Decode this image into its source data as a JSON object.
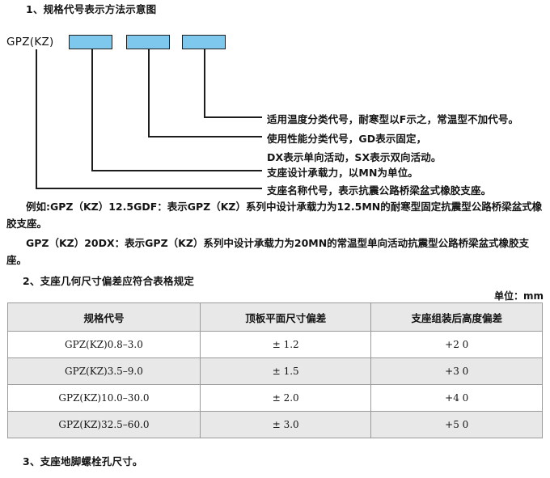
{
  "sections": {
    "s1_title": "1、规格代号表示方法示意图",
    "s2_title": "2、支座几何尺寸偏差应符合表格规定",
    "s3_title": "3、支座地脚螺栓孔尺寸。"
  },
  "diagram": {
    "code_label": "GPZ(KZ)",
    "boxes": [
      {
        "name": "box-1",
        "fill": "#7ec8ee"
      },
      {
        "name": "box-2",
        "fill": "#7ec8ee"
      },
      {
        "name": "box-3",
        "fill": "#7ec8ee"
      }
    ],
    "annotations": [
      "适用温度分类代号，耐寒型以F示之，常温型不加代号。",
      "使用性能分类代号，GD表示固定，",
      "DX表示单向活动，SX表示双向活动。",
      "支座设计承载力，以MN为单位。",
      "支座名称代号，表示抗震公路桥梁盆式橡胶支座。"
    ]
  },
  "paragraphs": [
    "例如:GPZ（KZ）12.5GDF：表示GPZ（KZ）系列中设计承载力为12.5MN的耐寒型固定抗震型公路桥梁盆式橡胶支座。",
    "GPZ（KZ）20DX：表示GPZ（KZ）系列中设计承载力为20MN的常温型单向活动抗震型公路桥梁盆式橡胶支座。"
  ],
  "table": {
    "unit_note": "单位：mm",
    "headers": [
      "规格代号",
      "顶板平面尺寸偏差",
      "支座组装后高度偏差"
    ],
    "rows": [
      [
        "GPZ(KZ)0.8–3.0",
        "± 1.2",
        "+2  0"
      ],
      [
        "GPZ(KZ)3.5–9.0",
        "± 1.5",
        "+3  0"
      ],
      [
        "GPZ(KZ)10.0–30.0",
        "± 2.0",
        "+4  0"
      ],
      [
        "GPZ(KZ)32.5–60.0",
        "± 3.0",
        "+5  0"
      ]
    ]
  },
  "colors": {
    "box_fill": "#7ec8ee",
    "line": "#1d1d1d",
    "table_header_bg": "#e8e8e8",
    "table_border": "#9a9a9a"
  }
}
